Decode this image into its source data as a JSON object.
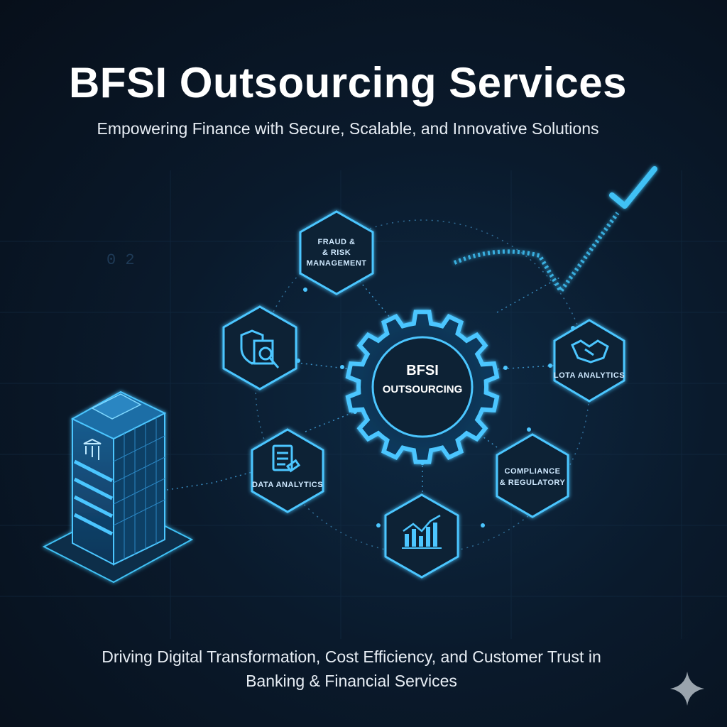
{
  "header": {
    "title": "BFSI Outsourcing Services",
    "subtitle": "Empowering Finance with Secure, Scalable, and Innovative Solutions"
  },
  "center": {
    "line1": "BFSI",
    "line2": "OUTSOURCING"
  },
  "nodes": {
    "fraud": {
      "line1": "FRAUD &",
      "line2": "& RISK",
      "line3": "MANAGEMENT"
    },
    "security": {
      "icon": "shield-search-icon"
    },
    "lota": {
      "label": "LOTA ANALYTICS",
      "icon": "handshake-icon"
    },
    "data": {
      "label": "DATA ANALYTICS",
      "icon": "document-gavel-icon"
    },
    "compliance": {
      "line1": "COMPLIANCE",
      "line2": "& REGULATORY"
    },
    "growth": {
      "icon": "bar-chart-growth-icon"
    }
  },
  "background_numbers": "0 2",
  "footer": {
    "line1": "Driving Digital Transformation, Cost Efficiency, and Customer Trust in",
    "line2": "Banking & Financial Services"
  },
  "colors": {
    "accent": "#3fc1f5",
    "glow": "#1e9fe0",
    "background": "#0a1a2c"
  }
}
